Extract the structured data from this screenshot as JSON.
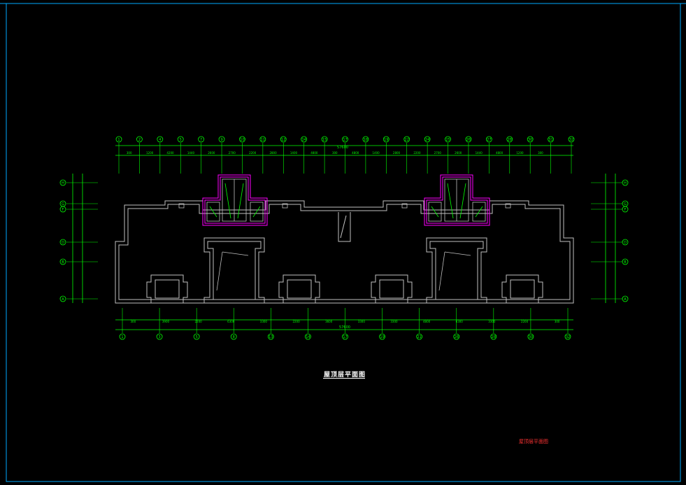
{
  "drawing": {
    "title": "屋顶层平面图",
    "stamp": "屋顶层平面图",
    "overall_dim_top": "57600",
    "overall_dim_bottom": "57600"
  },
  "top_axes": [
    "1",
    "2",
    "4",
    "5",
    "7",
    "9",
    "10",
    "11",
    "12",
    "14",
    "15",
    "17",
    "18",
    "19",
    "22",
    "24",
    "25",
    "26",
    "27",
    "28",
    "30",
    "31",
    "32"
  ],
  "top_dims": [
    "300",
    "1200",
    "4200",
    "1440",
    "2600",
    "2700",
    "2200",
    "2800",
    "1400",
    "4800",
    "300",
    "4800",
    "1400",
    "2800",
    "2200",
    "2700",
    "2600",
    "1440",
    "4800",
    "1200",
    "300"
  ],
  "bottom_axes": [
    "1",
    "3",
    "5",
    "8",
    "13",
    "14",
    "17",
    "19",
    "21",
    "26",
    "28",
    "30",
    "32"
  ],
  "bottom_dims": [
    "300",
    "3900",
    "2200",
    "6300",
    "3300",
    "2200",
    "3600",
    "3300",
    "3300",
    "4800",
    "6300",
    "3300",
    "2200",
    "300"
  ],
  "left_axes": [
    "H",
    "G",
    "F",
    "D",
    "B",
    "A"
  ],
  "right_axes": [
    "H",
    "G",
    "F",
    "D",
    "B",
    "A"
  ],
  "colors": {
    "border": "#00aaff",
    "wall": "#c0c0c0",
    "dim": "#00ff00",
    "core": "#ff00ff",
    "axis": "#00ff00"
  }
}
